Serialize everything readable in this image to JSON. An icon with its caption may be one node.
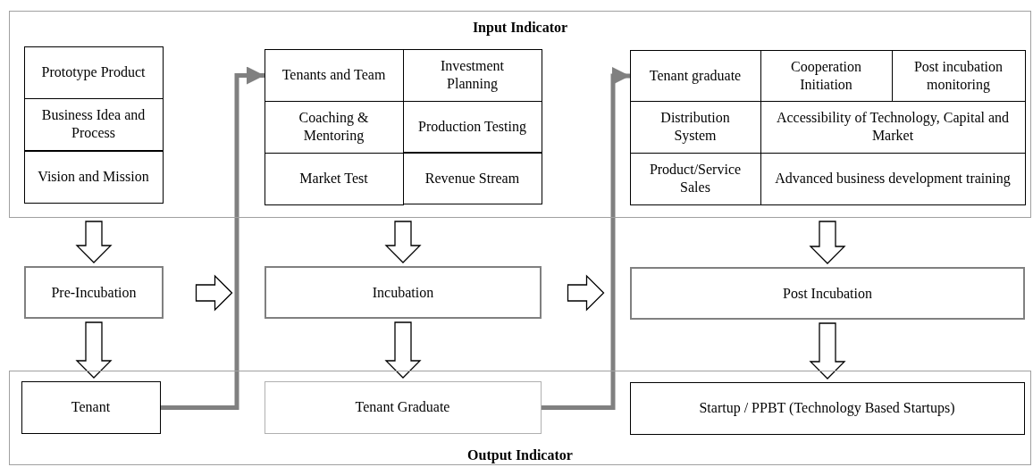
{
  "diagram": {
    "nodes": [
      {
        "text": [
          "Input Indicator"
        ]
      },
      {
        "text": [
          "Prototype Product"
        ],
        "in": 0
      },
      {
        "text": [
          "Business Idea and Process"
        ],
        "in": 0
      },
      {
        "text": [
          "Vision and Mission"
        ],
        "in": 0
      },
      {
        "text": [
          "Tenants and Team"
        ],
        "in": 0
      },
      {
        "text": [
          "Investment Planning"
        ],
        "in": 0
      },
      {
        "text": [
          "Coaching & Mentoring"
        ],
        "in": 0
      },
      {
        "text": [
          "Production Testing"
        ],
        "in": 0
      },
      {
        "text": [
          "Market Test"
        ],
        "in": 0
      },
      {
        "text": [
          "Revenue Stream"
        ],
        "in": 0
      },
      {
        "text": [
          "Tenant graduate"
        ],
        "in": 0
      },
      {
        "text": [
          "Cooperation Initiation"
        ],
        "in": 0
      },
      {
        "text": [
          "Post incubation monitoring"
        ],
        "in": 0
      },
      {
        "text": [
          "Distribution System"
        ],
        "in": 0
      },
      {
        "text": [
          "Accessibility of Technology, Capital and Market"
        ],
        "in": 0
      },
      {
        "text": [
          "Product/Service Sales"
        ],
        "in": 0
      },
      {
        "text": [
          "Advanced business development training"
        ],
        "in": 0
      },
      {
        "text": [
          "Pre-Incubation"
        ]
      },
      {
        "text": [
          "Incubation"
        ]
      },
      {
        "text": [
          "Post Incubation"
        ]
      },
      {
        "text": [
          "Output Indicator"
        ]
      },
      {
        "text": [
          "Tenant"
        ],
        "in": 20
      },
      {
        "text": [
          "Tenant Graduate"
        ],
        "in": 20
      },
      {
        "text": [
          "Startup / PPBT (Technology Based Startups)"
        ],
        "in": 20
      }
    ],
    "edges": [
      {
        "from": 0,
        "to": 17,
        "arrow": "to"
      },
      {
        "from": 0,
        "to": 18,
        "arrow": "to"
      },
      {
        "from": 0,
        "to": 19,
        "arrow": "to"
      },
      {
        "from": 17,
        "to": 18,
        "arrow": "to"
      },
      {
        "from": 18,
        "to": 19,
        "arrow": "to"
      },
      {
        "from": 17,
        "to": 21,
        "arrow": "to"
      },
      {
        "from": 18,
        "to": 22,
        "arrow": "to"
      },
      {
        "from": 19,
        "to": 23,
        "arrow": "to"
      },
      {
        "from": 21,
        "to": 4,
        "arrow": "to",
        "color": "#808080"
      },
      {
        "from": 22,
        "to": 10,
        "arrow": "to",
        "color": "#808080"
      }
    ]
  }
}
